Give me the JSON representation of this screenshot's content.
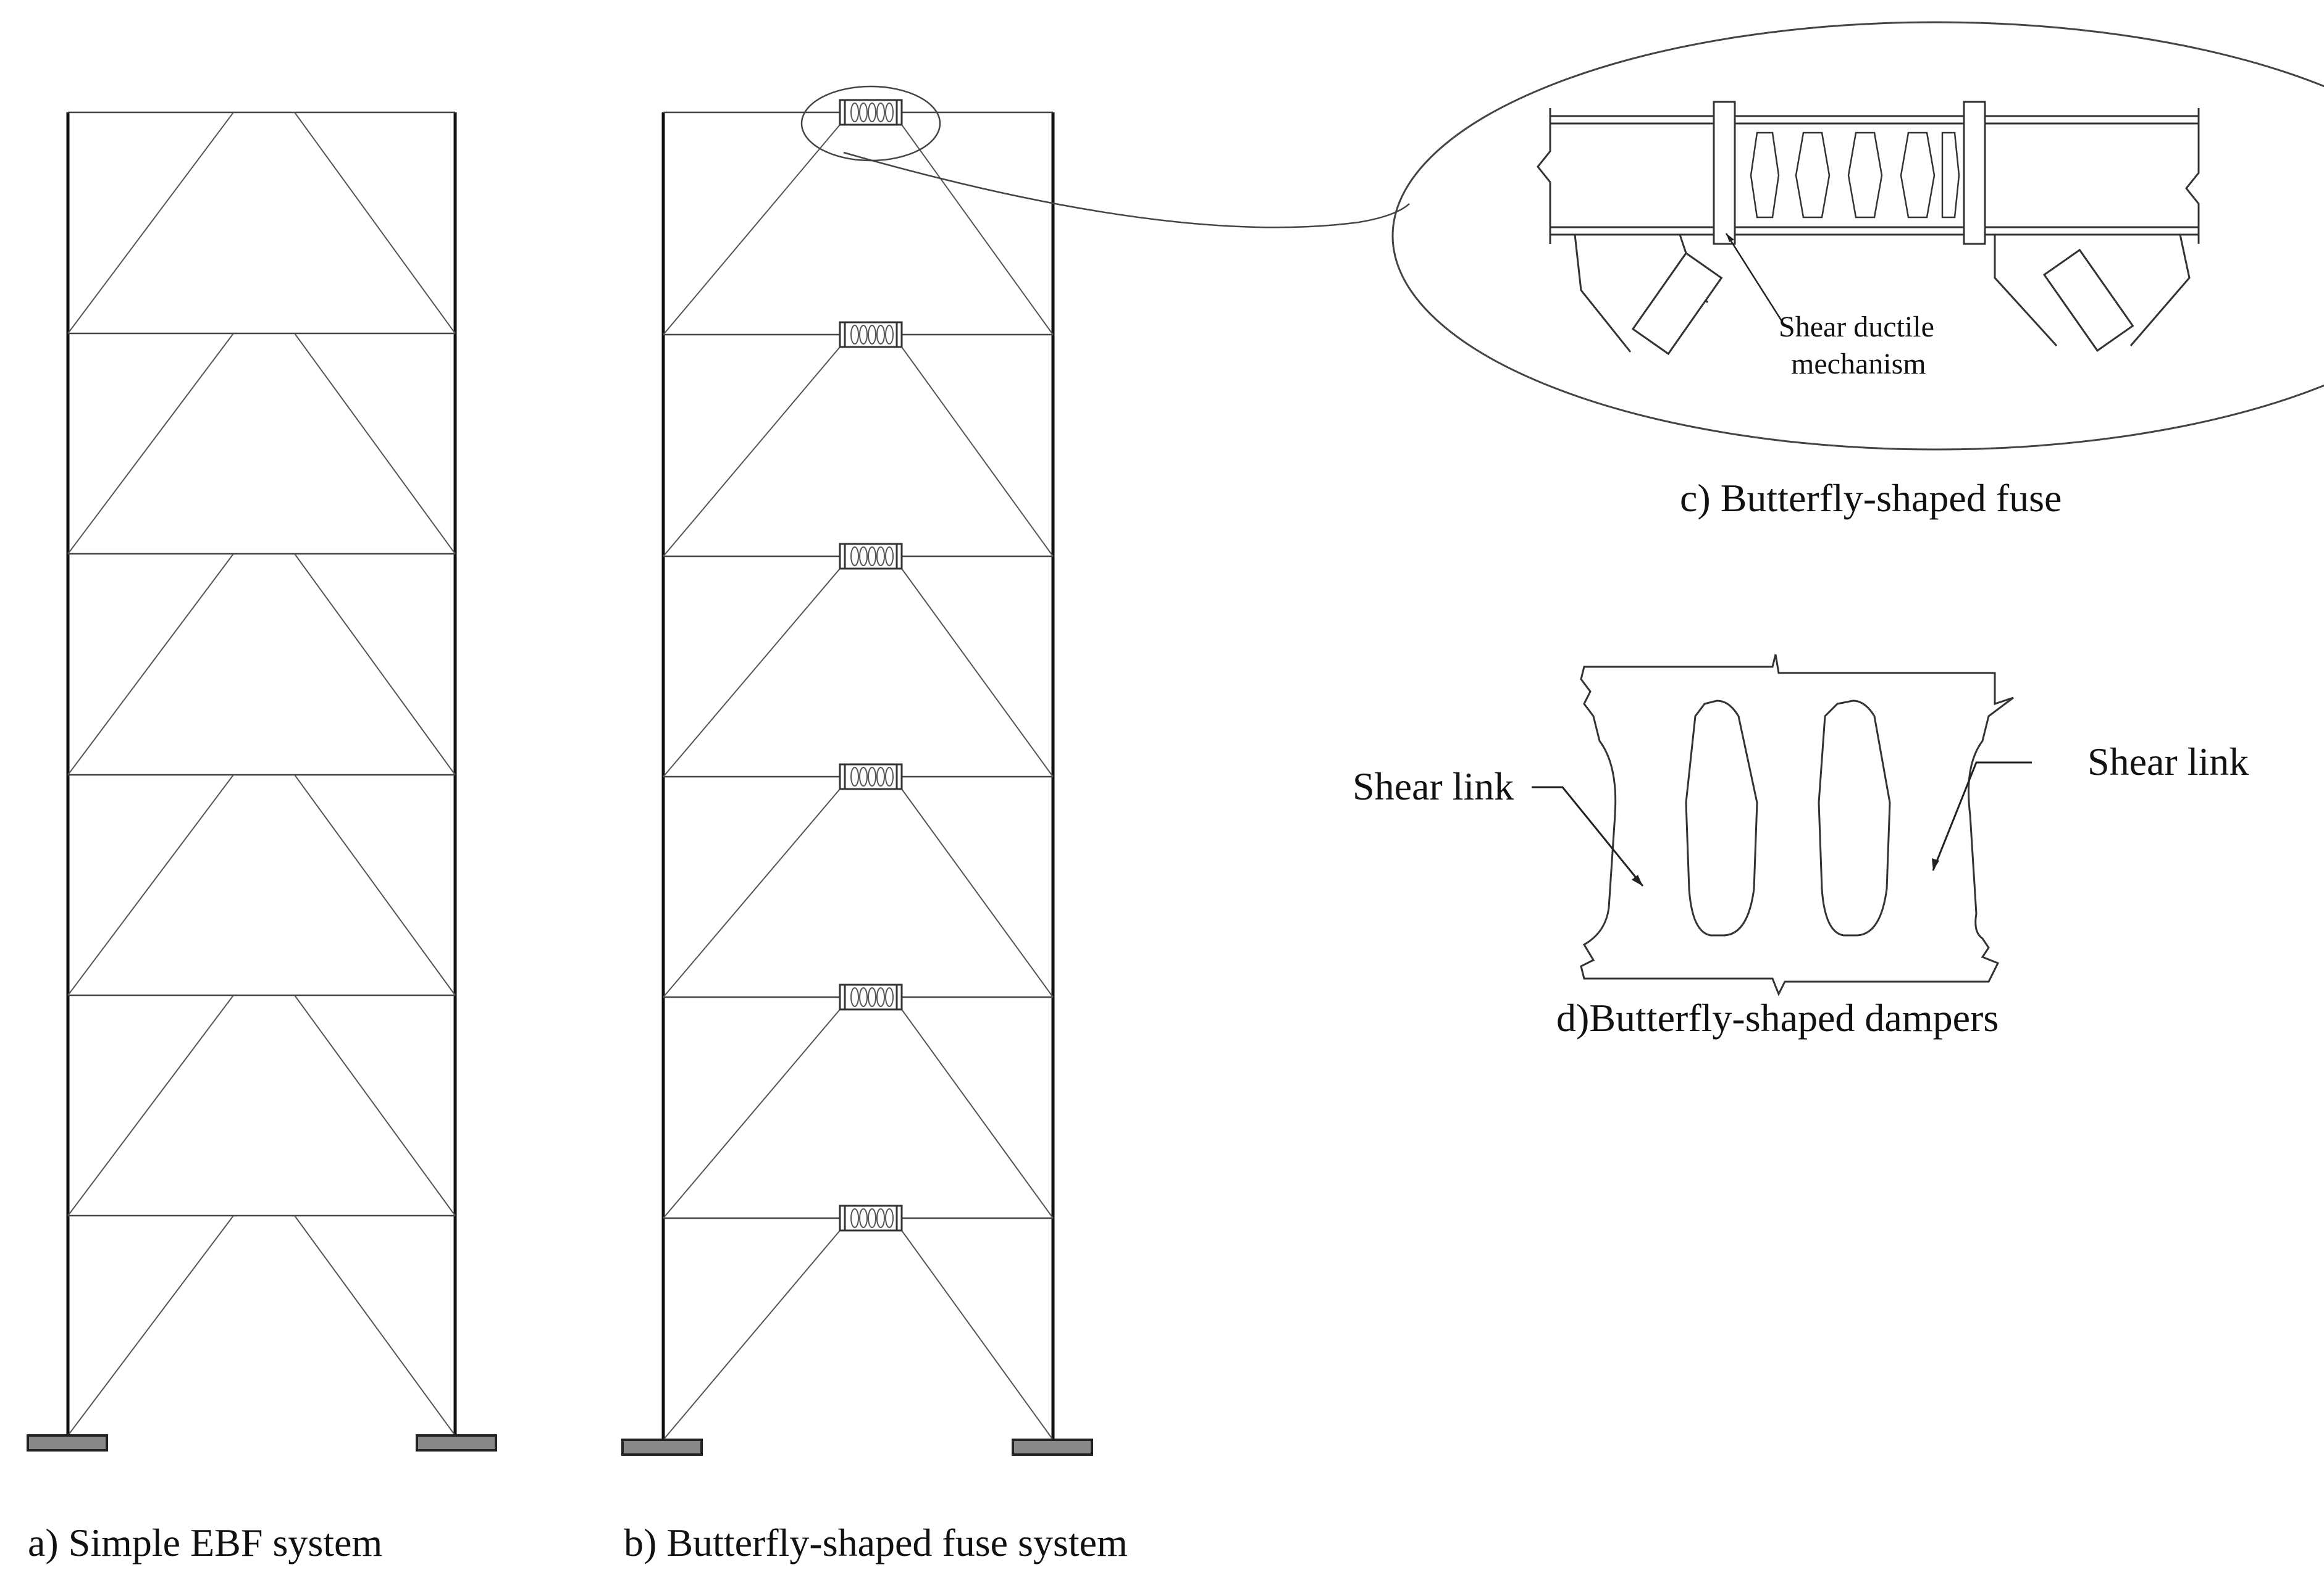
{
  "captions": {
    "a": "a) Simple EBF system",
    "b": "b) Butterfly-shaped fuse system",
    "c": "c) Butterfly-shaped fuse",
    "d": "d)Butterfly-shaped dampers"
  },
  "callouts": {
    "shear_ductile_line1": "Shear ductile",
    "shear_ductile_line2": "mechanism",
    "shear_link_left": "Shear link",
    "shear_link_right": "Shear link"
  }
}
